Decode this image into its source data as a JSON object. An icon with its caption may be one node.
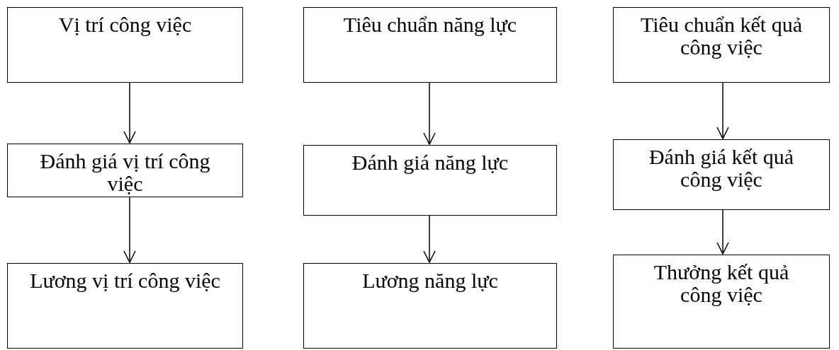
{
  "diagram": {
    "nodes": [
      {
        "text": [
          "Vị trí công việc"
        ]
      },
      {
        "text": [
          "Tiêu chuẩn năng lực"
        ]
      },
      {
        "text": [
          "Tiêu chuẩn kết quả công việc"
        ]
      },
      {
        "text": [
          "Đánh giá vị trí công việc"
        ]
      },
      {
        "text": [
          "Đánh giá năng lực"
        ]
      },
      {
        "text": [
          "Đánh giá kết quả công việc"
        ]
      },
      {
        "text": [
          "Lương vị trí công việc"
        ]
      },
      {
        "text": [
          "Lương năng lực"
        ]
      },
      {
        "text": [
          "Thưởng kết quả công việc"
        ]
      }
    ],
    "edges": [
      {
        "from": 0,
        "to": 3,
        "arrow": "to"
      },
      {
        "from": 3,
        "to": 6,
        "arrow": "to"
      },
      {
        "from": 1,
        "to": 4,
        "arrow": "to"
      },
      {
        "from": 4,
        "to": 7,
        "arrow": "to"
      },
      {
        "from": 2,
        "to": 5,
        "arrow": "to"
      },
      {
        "from": 5,
        "to": 8,
        "arrow": "to"
      }
    ]
  }
}
